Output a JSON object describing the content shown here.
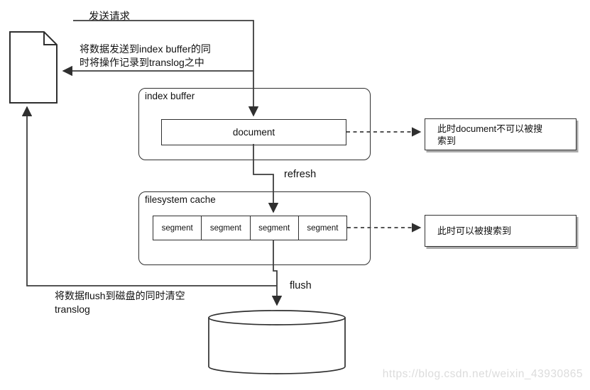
{
  "diagram": {
    "translog": {
      "label": "translog"
    },
    "flow_labels": {
      "send_request": "发送请求",
      "refresh": "refresh",
      "flush": "flush"
    },
    "annotations": {
      "to_buffer_and_translog": "将数据发送到index buffer的同\n时将操作记录到translog之中",
      "flush_clears_translog": "将数据flush到磁盘的同时清空\ntranslog"
    },
    "index_buffer": {
      "title": "index buffer",
      "document_label": "document"
    },
    "filesystem_cache": {
      "title": "filesystem cache",
      "segments": [
        "segment",
        "segment",
        "segment",
        "segment"
      ]
    },
    "notes": {
      "document_not_searchable": "此时document不可以被搜\n索到",
      "searchable": "此时可以被搜索到"
    },
    "disk": {
      "label": "Disk"
    },
    "watermark": "https://blog.csdn.net/weixin_43930865",
    "colors": {
      "line": "#3d3d3d",
      "border": "#2f2f2f",
      "note_shadow": "#a9a9a9",
      "watermark": "#dcdcdc",
      "background": "#ffffff"
    }
  }
}
